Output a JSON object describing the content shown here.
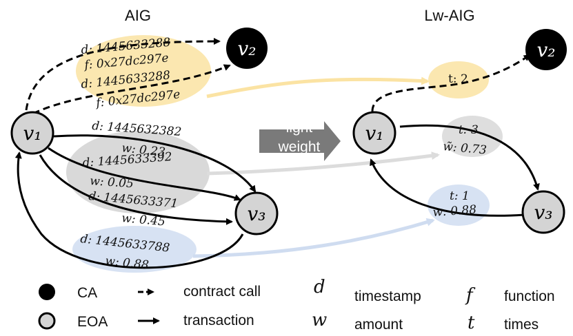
{
  "titles": {
    "left": "AIG",
    "right": "Lw-AIG"
  },
  "nodes": {
    "left_v1": "v₁",
    "left_v2": "v₂",
    "left_v3": "v₃",
    "right_v1": "v₁",
    "right_v2": "v₂",
    "right_v3": "v₃"
  },
  "aig_labels": {
    "call1_d": "d: 1445633288",
    "call1_f": "f: 0x27dc297e",
    "call2_d": "d: 1445633288",
    "call2_f": "f: 0x27dc297e",
    "tx1_d": "d: 1445632382",
    "tx1_w": "w: 0.23",
    "tx2_d": "d: 1445633392",
    "tx2_w": "w: 0.05",
    "tx3_d": "d: 1445633371",
    "tx3_w": "w: 0.45",
    "tx4_d": "d: 1445633788",
    "tx4_w": "w: 0.88"
  },
  "lw_labels": {
    "call_t": "t: 2",
    "tx13_t": "t: 3",
    "tx13_w": "w̃: 0.73",
    "tx31_t": "t: 1",
    "tx31_w": "w: 0.88"
  },
  "middle_arrow": {
    "line1": "light",
    "line2": "weight"
  },
  "legend": {
    "ca": "CA",
    "eoa": "EOA",
    "contract_call": "contract call",
    "transaction": "transaction",
    "d_symbol": "d",
    "d_desc": "timestamp",
    "w_symbol": "w",
    "w_desc": "amount",
    "f_symbol": "f",
    "f_desc": "function",
    "t_symbol": "t",
    "t_desc": "times"
  },
  "colors": {
    "yellow": "#fbe7b0",
    "gray": "#d9d9d9",
    "blue": "#d7e2f3",
    "node_eoa": "#d4d4d4",
    "node_ca": "#000000",
    "mid_arrow": "#7a7a7a"
  }
}
